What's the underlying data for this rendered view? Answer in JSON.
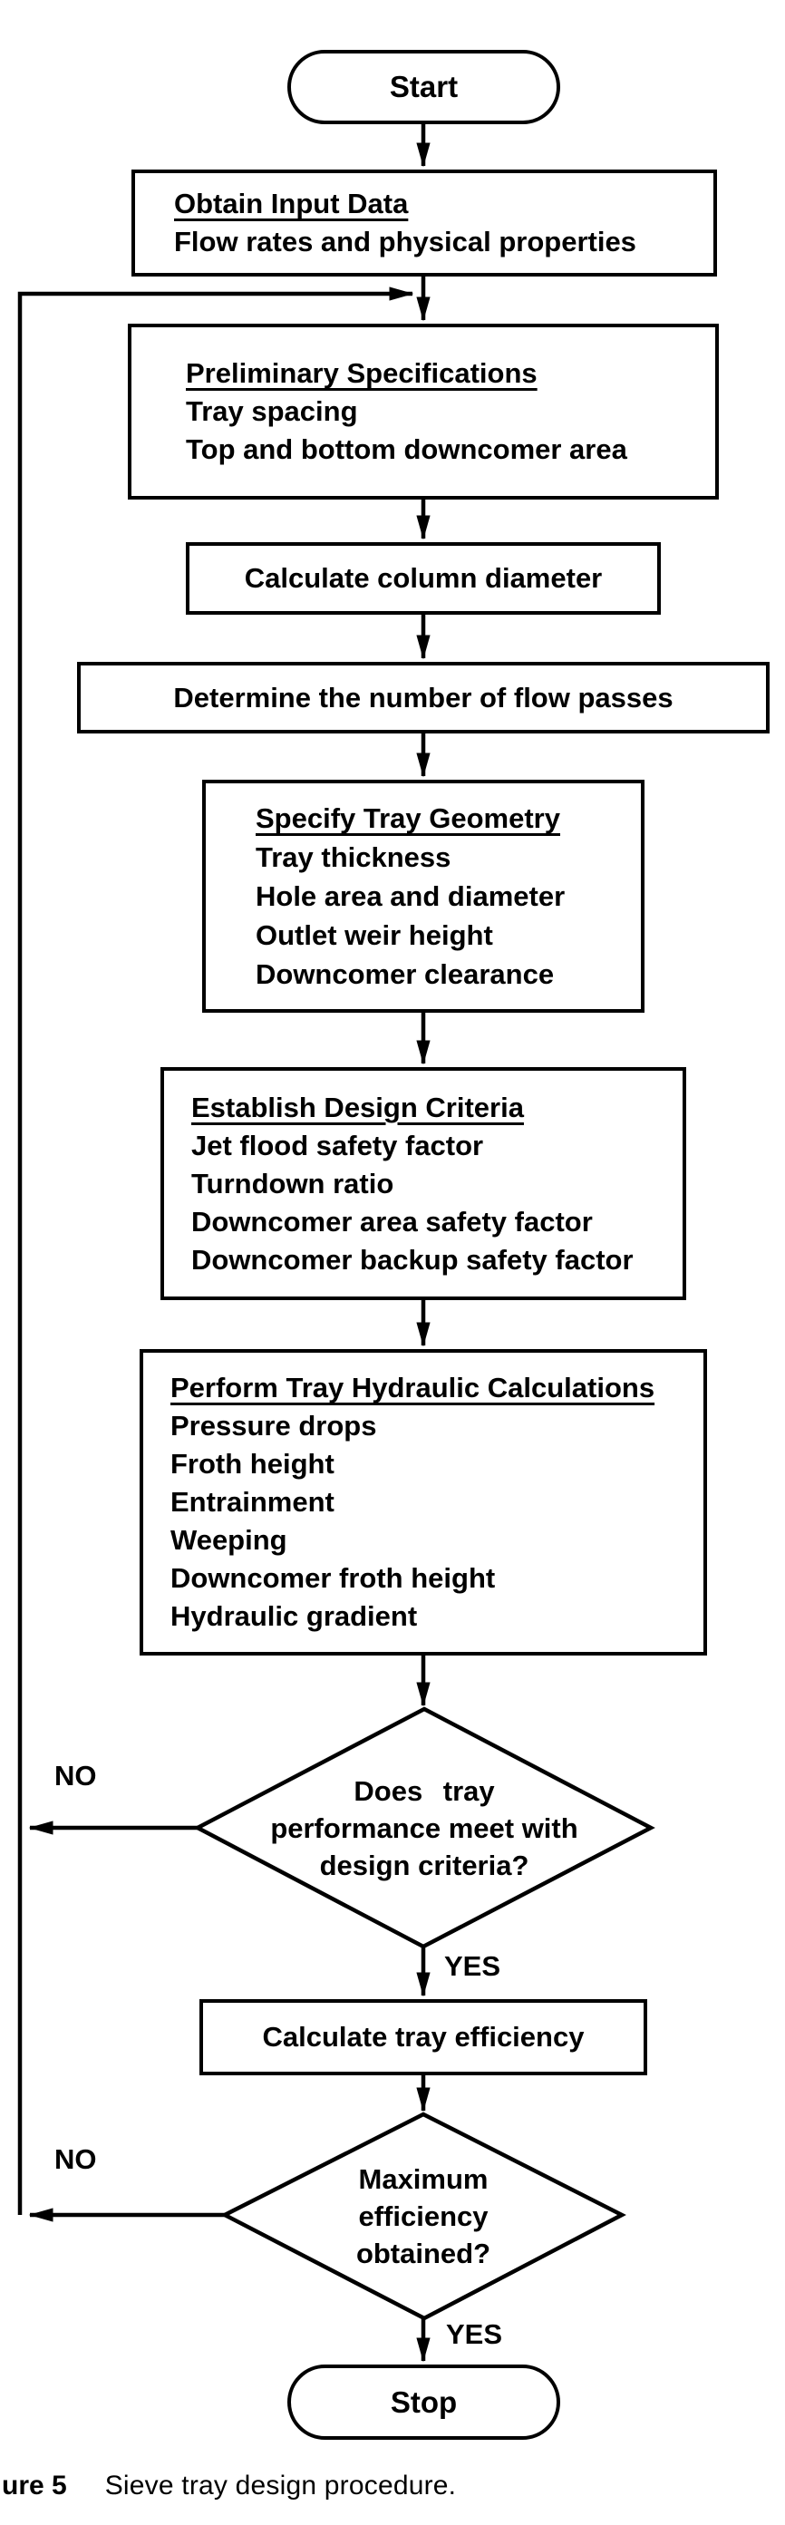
{
  "nodes": {
    "start": {
      "label": "Start"
    },
    "obtain_input": {
      "title": "Obtain Input Data",
      "items": [
        "Flow rates and physical properties"
      ]
    },
    "preliminary": {
      "title": "Preliminary Specifications",
      "items": [
        "Tray spacing",
        "Top and bottom downcomer area"
      ]
    },
    "calc_diameter": {
      "label": "Calculate column diameter"
    },
    "flow_passes": {
      "label": "Determine the number of flow passes"
    },
    "tray_geometry": {
      "title": "Specify Tray Geometry",
      "items": [
        "Tray thickness",
        "Hole area and diameter",
        "Outlet weir height",
        "Downcomer clearance"
      ]
    },
    "design_criteria": {
      "title": "Establish Design Criteria",
      "items": [
        "Jet flood safety factor",
        "Turndown ratio",
        "Downcomer area safety factor",
        "Downcomer backup safety factor"
      ]
    },
    "hydraulic_calcs": {
      "title": "Perform Tray Hydraulic Calculations",
      "items": [
        "Pressure drops",
        "Froth height",
        "Entrainment",
        "Weeping",
        "Downcomer froth height",
        "Hydraulic gradient"
      ]
    },
    "decision_performance": {
      "lines": [
        "Does tray",
        "performance meet with",
        "design criteria?"
      ]
    },
    "calc_efficiency": {
      "label": "Calculate tray efficiency"
    },
    "decision_max_efficiency": {
      "lines": [
        "Maximum",
        "efficiency",
        "obtained?"
      ]
    },
    "stop": {
      "label": "Stop"
    }
  },
  "edge_labels": {
    "no_performance": "NO",
    "yes_performance": "YES",
    "no_max_efficiency": "NO",
    "yes_max_efficiency": "YES"
  },
  "caption": {
    "figure_prefix": "ure 5",
    "text": "Sieve tray design procedure."
  },
  "colors": {
    "line": "#000000",
    "background": "#ffffff",
    "text": "#000000"
  }
}
